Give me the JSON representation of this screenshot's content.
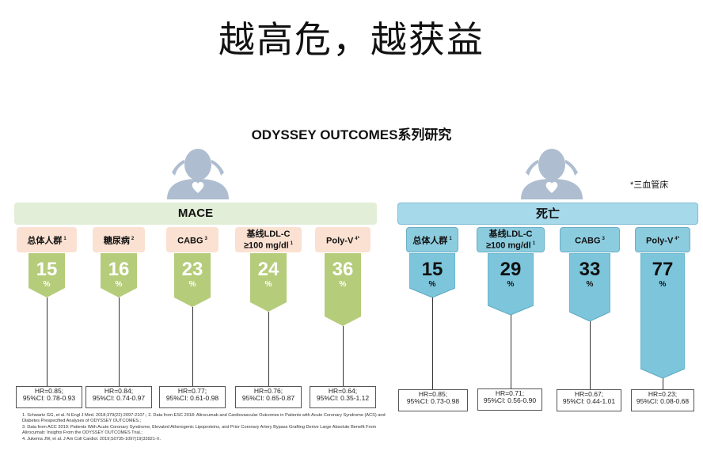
{
  "title": "越高危，越获益",
  "subtitle": "ODYSSEY OUTCOMES系列研究",
  "note": "*三血管床",
  "mace": {
    "label": "MACE",
    "items": [
      {
        "name": "总体人群",
        "sup": "1",
        "value": "15",
        "unit": "%",
        "hr": "HR=0.85;",
        "ci": "95%CI: 0.78-0.93"
      },
      {
        "name": "糖尿病",
        "sup": "2",
        "value": "16",
        "unit": "%",
        "hr": "HR=0.84;",
        "ci": "95%CI: 0.74-0.97"
      },
      {
        "name": "CABG",
        "sup": "3",
        "value": "23",
        "unit": "%",
        "hr": "HR=0.77;",
        "ci": "95%CI: 0.61-0.98"
      },
      {
        "name": "基线LDL-C",
        "name2": "≥100 mg/dl",
        "sup": "1",
        "value": "24",
        "unit": "%",
        "hr": "HR=0.76;",
        "ci": "95%CI: 0.65-0.87"
      },
      {
        "name": "Poly-V",
        "sup": "4*",
        "value": "36",
        "unit": "%",
        "hr": "HR=0.64;",
        "ci": "95%CI: 0.35-1.12"
      }
    ]
  },
  "death": {
    "label": "死亡",
    "items": [
      {
        "name": "总体人群",
        "sup": "1",
        "value": "15",
        "unit": "%",
        "hr": "HR=0.85;",
        "ci": "95%CI: 0.73-0.98"
      },
      {
        "name": "基线LDL-C",
        "name2": "≥100 mg/dl",
        "sup": "1",
        "value": "29",
        "unit": "%",
        "hr": "HR=0.71;",
        "ci": "95%CI: 0.56-0.90"
      },
      {
        "name": "CABG",
        "sup": "3",
        "value": "33",
        "unit": "%",
        "hr": "HR=0.67;",
        "ci": "95%CI: 0.44-1.01"
      },
      {
        "name": "Poly-V",
        "sup": "4*",
        "value": "77",
        "unit": "%",
        "hr": "HR=0.23;",
        "ci": "95%CI: 0.08-0.68"
      }
    ]
  },
  "references": [
    "1. Schwartz GG, et al. N Engl J Med. 2018;379(22):2097-2107.; 2. Data from ESC 2018: Alirocumab and Cardiovascular Outcomes in Patients with Acute Coronary Syndrome (ACS) and Diabetes Prespecified Analyses of ODYSSEY OUTCOMES.;",
    "3. Data from ACC 2019: Patients With Acute Coronary Syndrome, Elevated Atherogenic Lipoproteins, and Prior Coronary Artery Bypass Grafting Derive Large Absolute Benefit From Alirocumab: Insights From the ODYSSEY OUTCOMES Trial.;",
    "4. Jukema JW, et al. J Am Coll Cardiol. 2019;S0735-1097(19)33921-X."
  ],
  "colors": {
    "mace_bar": "#e2eed7",
    "mace_tab": "#fbe1d2",
    "mace_arrow": "#b5cc7a",
    "death_bar": "#a6d9ea",
    "death_tab": "#8cccdf",
    "death_arrow": "#7cc5db",
    "icon": "#aebdd0"
  }
}
